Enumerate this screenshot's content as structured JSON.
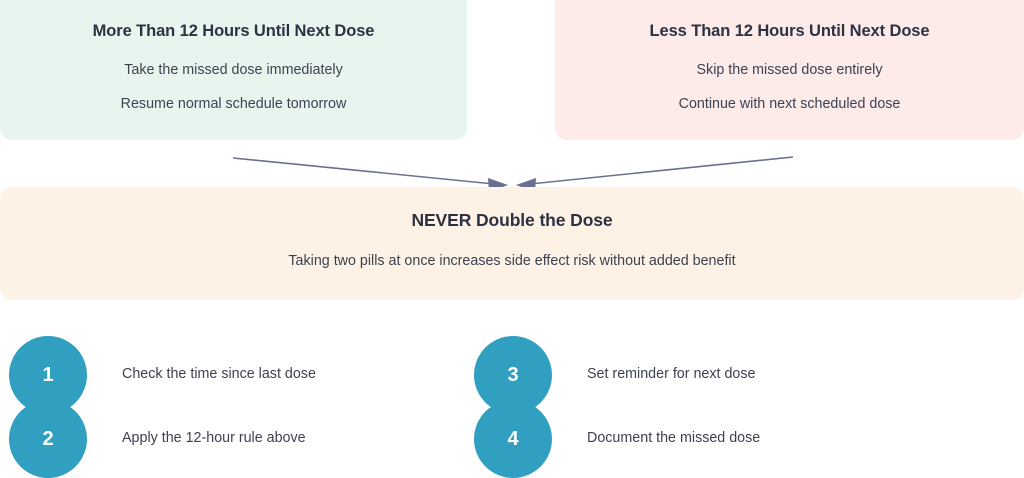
{
  "colors": {
    "page_background": "#ffffff",
    "branch_positive_bg": "#e8f5ee",
    "branch_negative_bg": "#fcebe9",
    "warning_bg": "#fdf2e5",
    "step_badge": "#31a0c0",
    "heading_text": "#2d3142",
    "body_text": "#3d4250",
    "arrow": "#6b7090"
  },
  "branches": [
    {
      "title": "More Than 12 Hours Until Next Dose",
      "lines": [
        "Take the missed dose immediately",
        "Resume normal schedule tomorrow"
      ]
    },
    {
      "title": "Less Than 12 Hours Until Next Dose",
      "lines": [
        "Skip the missed dose entirely",
        "Continue with next scheduled dose"
      ]
    }
  ],
  "arrows": {
    "icon_left": "arrow-down-right-icon",
    "icon_right": "arrow-down-left-icon"
  },
  "warning": {
    "title": "NEVER Double the Dose",
    "subtitle": "Taking two pills at once increases side effect risk without added benefit"
  },
  "steps": [
    {
      "number": "1",
      "label": "Check the time since last dose"
    },
    {
      "number": "2",
      "label": "Apply the 12-hour rule above"
    },
    {
      "number": "3",
      "label": "Set reminder for next dose"
    },
    {
      "number": "4",
      "label": "Document the missed dose"
    }
  ]
}
